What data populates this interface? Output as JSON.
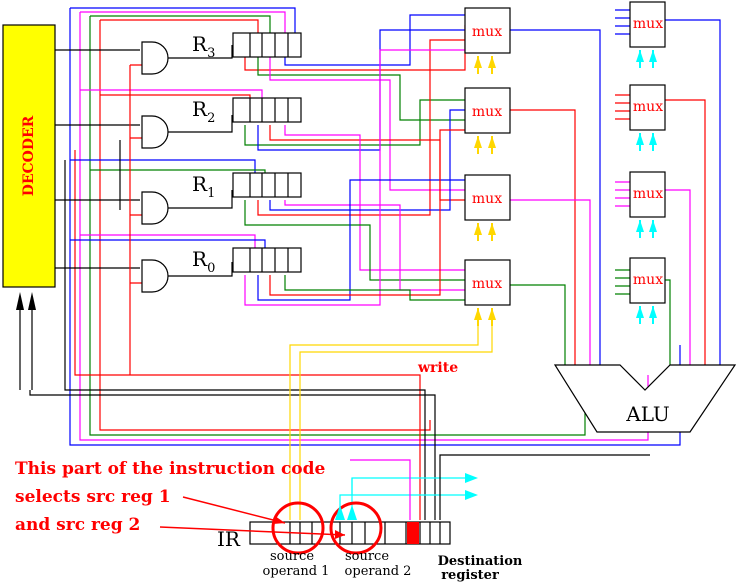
{
  "decoder": {
    "label": "DECODER",
    "fill": "#ffff00",
    "text_color": "#ff0000"
  },
  "registers": [
    {
      "label": "R3",
      "display_text": "R",
      "subscript": "3"
    },
    {
      "label": "R2",
      "display_text": "R",
      "subscript": "2"
    },
    {
      "label": "R1",
      "display_text": "R",
      "subscript": "1"
    },
    {
      "label": "R0",
      "display_text": "R",
      "subscript": "0"
    }
  ],
  "muxes": {
    "label": "mux",
    "left_column": [
      "mux",
      "mux",
      "mux",
      "mux"
    ],
    "right_column": [
      "mux",
      "mux",
      "mux",
      "mux"
    ]
  },
  "alu": {
    "label": "ALU"
  },
  "write_label": "write",
  "ir": {
    "label": "IR",
    "source_operand_1": "source operand 1",
    "source_operand_2": "source operand 2",
    "destination_register": "Destination register"
  },
  "annotation": {
    "lines": [
      "This part of the instruction code",
      "selects src reg 1",
      "and src reg 2"
    ]
  },
  "colors": {
    "red": "#ff0000",
    "green": "#008000",
    "blue": "#0000ff",
    "magenta": "#ff00ff",
    "yellow": "#ffd700",
    "cyan": "#00ffff",
    "black": "#000000"
  }
}
